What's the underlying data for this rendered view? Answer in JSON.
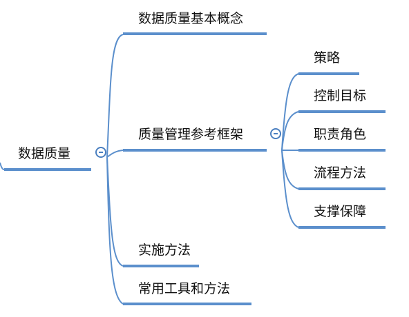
{
  "root": {
    "label": "数据质量"
  },
  "branches": [
    {
      "label": "数据质量基本概念"
    },
    {
      "label": "质量管理参考框架",
      "children": [
        {
          "label": "策略"
        },
        {
          "label": "控制目标"
        },
        {
          "label": "职责角色"
        },
        {
          "label": "流程方法"
        },
        {
          "label": "支撑保障"
        }
      ]
    },
    {
      "label": "实施方法"
    },
    {
      "label": "常用工具和方法"
    }
  ],
  "colors": {
    "connector": "#5b8fcc",
    "toggle": "#4a7fc0",
    "text": "#111111"
  },
  "icons": {
    "collapse": "minus-circle-icon"
  }
}
